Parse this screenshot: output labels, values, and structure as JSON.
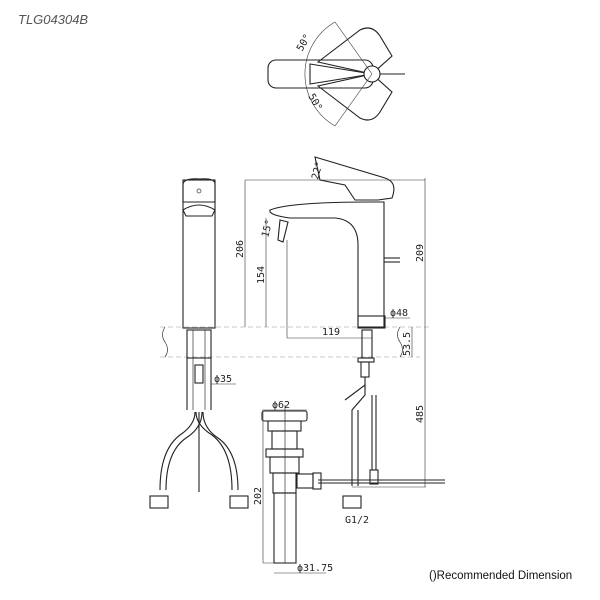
{
  "model": "TLG04304B",
  "note": "()Recommended Dimension",
  "dimensions": {
    "angle_top": "50°",
    "angle_bottom": "50°",
    "handle_angle": "22°",
    "spout_angle": "15°",
    "height_total": "206",
    "spout_height": "154",
    "height_right": "209",
    "spout_reach": "119",
    "base_diameter": "ϕ48",
    "counter_thickness": "53.5",
    "shank_diameter": "ϕ35",
    "below_counter": "485",
    "drain_diameter": "ϕ62",
    "drain_length": "202",
    "tail_diameter": "ϕ31.75",
    "thread": "G1/2"
  }
}
